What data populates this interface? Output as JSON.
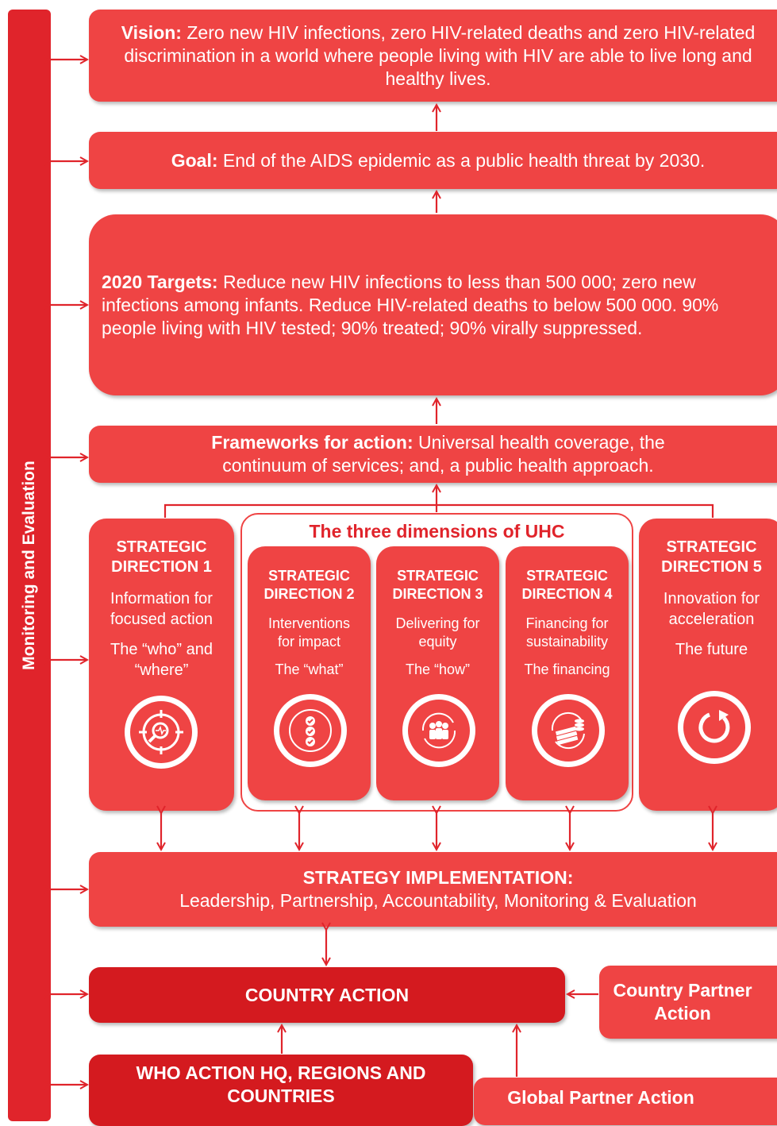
{
  "side_bar": {
    "label": "Monitoring and Evaluation"
  },
  "vision": {
    "label": "Vision:",
    "text": " Zero new HIV infections, zero HIV-related deaths and zero HIV-related discrimination in a world where people living with HIV are able to live long and healthy lives."
  },
  "goal": {
    "label": "Goal:",
    "text": " End of the AIDS epidemic as a public health threat by 2030."
  },
  "targets": {
    "label": "2020 Targets:",
    "text": " Reduce new HIV infections to less than 500 000; zero new infections among infants. Reduce HIV-related deaths to below 500 000. 90% people living with HIV tested; 90% treated; 90% virally suppressed."
  },
  "frameworks": {
    "label": "Frameworks for action:",
    "text": " Universal health coverage, the continuum of services; and, a public health approach."
  },
  "uhc_title": "The three dimensions of UHC",
  "strategic_directions": [
    {
      "title": "STRATEGIC DIRECTION 1",
      "subtitle": "Information for focused action",
      "tagline": "The “who” and “where”",
      "icon": "magnifier-target-icon"
    },
    {
      "title": "STRATEGIC DIRECTION 2",
      "subtitle": "Interventions for impact",
      "tagline": "The “what”",
      "icon": "checklist-icon"
    },
    {
      "title": "STRATEGIC DIRECTION 3",
      "subtitle": "Delivering for equity",
      "tagline": "The “how”",
      "icon": "people-group-icon"
    },
    {
      "title": "STRATEGIC DIRECTION 4",
      "subtitle": "Financing for sustainability",
      "tagline": "The financing",
      "icon": "money-coins-icon"
    },
    {
      "title": "STRATEGIC DIRECTION 5",
      "subtitle": "Innovation for acceleration",
      "tagline": "The future",
      "icon": "circular-arrow-icon"
    }
  ],
  "implementation": {
    "title": "STRATEGY IMPLEMENTATION:",
    "text": "Leadership, Partnership, Accountability, Monitoring & Evaluation"
  },
  "country_action": "COUNTRY ACTION",
  "country_partner_action": "Country Partner Action",
  "who_action": "WHO ACTION HQ, REGIONS AND COUNTRIES",
  "global_partner_action": "Global Partner Action",
  "colors": {
    "primary": "#ef4444",
    "dark": "#d41a1f",
    "background": "#ffffff"
  }
}
